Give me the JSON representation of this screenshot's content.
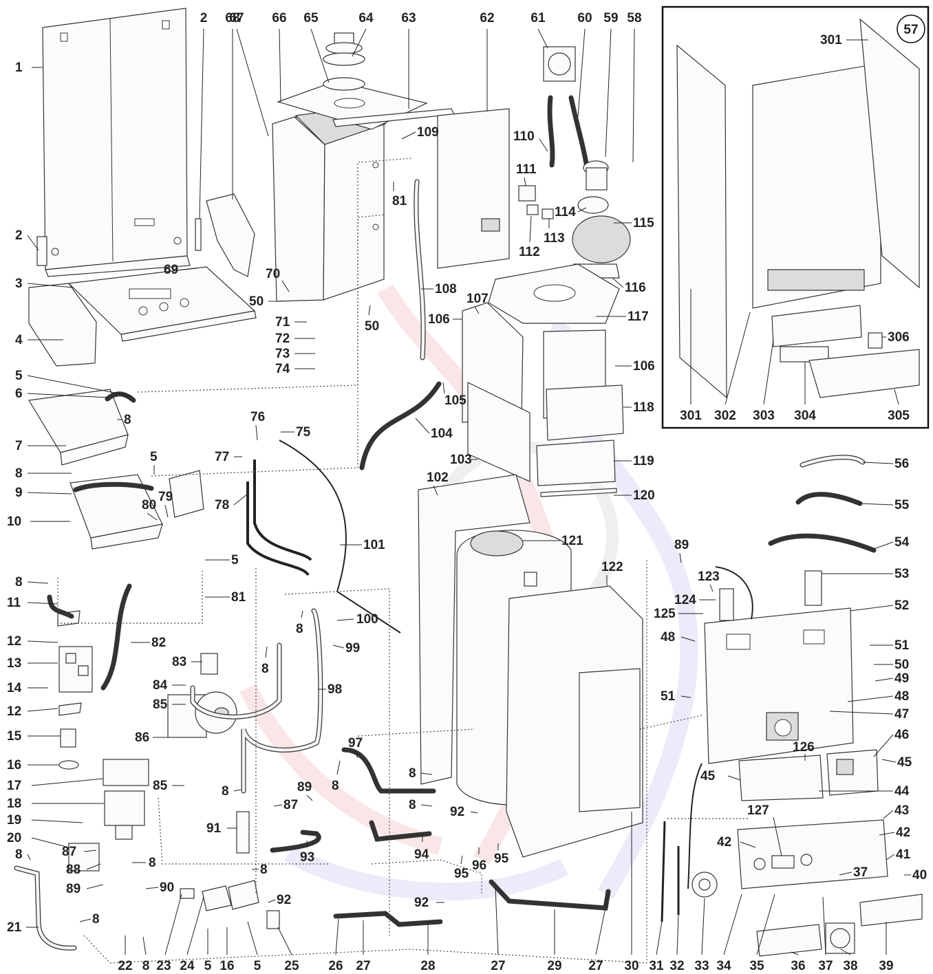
{
  "diagram": {
    "inset_badge": "57",
    "colors": {
      "outline": "#333333",
      "label": "#222222",
      "part_fill": "#fbfbfb",
      "shade": "#dcdcdc"
    },
    "callouts": [
      {
        "id": "c1",
        "text": "1"
      },
      {
        "id": "c2a",
        "text": "2"
      },
      {
        "id": "c2b",
        "text": "2"
      },
      {
        "id": "c3",
        "text": "3"
      },
      {
        "id": "c4",
        "text": "4"
      },
      {
        "id": "c5a",
        "text": "5"
      },
      {
        "id": "c6",
        "text": "6"
      },
      {
        "id": "c7",
        "text": "7"
      },
      {
        "id": "c8a",
        "text": "8"
      },
      {
        "id": "c8b",
        "text": "8"
      },
      {
        "id": "c5b",
        "text": "5"
      },
      {
        "id": "c9",
        "text": "9"
      },
      {
        "id": "c10",
        "text": "10"
      },
      {
        "id": "c80",
        "text": "80"
      },
      {
        "id": "c79",
        "text": "79"
      },
      {
        "id": "c5c",
        "text": "5"
      },
      {
        "id": "c81a",
        "text": "81"
      },
      {
        "id": "c8c",
        "text": "8"
      },
      {
        "id": "c11",
        "text": "11"
      },
      {
        "id": "c12a",
        "text": "12"
      },
      {
        "id": "c13",
        "text": "13"
      },
      {
        "id": "c14",
        "text": "14"
      },
      {
        "id": "c12b",
        "text": "12"
      },
      {
        "id": "c15",
        "text": "15"
      },
      {
        "id": "c16a",
        "text": "16"
      },
      {
        "id": "c17",
        "text": "17"
      },
      {
        "id": "c18",
        "text": "18"
      },
      {
        "id": "c19",
        "text": "19"
      },
      {
        "id": "c20",
        "text": "20"
      },
      {
        "id": "c8d",
        "text": "8"
      },
      {
        "id": "c21",
        "text": "21"
      },
      {
        "id": "c22",
        "text": "22"
      },
      {
        "id": "c8e",
        "text": "8"
      },
      {
        "id": "c23",
        "text": "23"
      },
      {
        "id": "c24",
        "text": "24"
      },
      {
        "id": "c5d",
        "text": "5"
      },
      {
        "id": "c16b",
        "text": "16"
      },
      {
        "id": "c5e",
        "text": "5"
      },
      {
        "id": "c25",
        "text": "25"
      },
      {
        "id": "c8f",
        "text": "8"
      },
      {
        "id": "c87a",
        "text": "87"
      },
      {
        "id": "c88",
        "text": "88"
      },
      {
        "id": "c89a",
        "text": "89"
      },
      {
        "id": "c90",
        "text": "90"
      },
      {
        "id": "c8g",
        "text": "8"
      },
      {
        "id": "c82",
        "text": "82"
      },
      {
        "id": "c83",
        "text": "83"
      },
      {
        "id": "c84",
        "text": "84"
      },
      {
        "id": "c85a",
        "text": "85"
      },
      {
        "id": "c86",
        "text": "86"
      },
      {
        "id": "c85b",
        "text": "85"
      },
      {
        "id": "c8h",
        "text": "8"
      },
      {
        "id": "c91",
        "text": "91"
      },
      {
        "id": "c8i",
        "text": "8"
      },
      {
        "id": "c92a",
        "text": "92"
      },
      {
        "id": "c89b",
        "text": "89"
      },
      {
        "id": "c87b",
        "text": "87"
      },
      {
        "id": "c93",
        "text": "93"
      },
      {
        "id": "c8j",
        "text": "8"
      },
      {
        "id": "c98",
        "text": "98"
      },
      {
        "id": "c99",
        "text": "99"
      },
      {
        "id": "c100",
        "text": "100"
      },
      {
        "id": "c8k",
        "text": "8"
      },
      {
        "id": "c97",
        "text": "97"
      },
      {
        "id": "c8l",
        "text": "8"
      },
      {
        "id": "c8m",
        "text": "8"
      },
      {
        "id": "c8n",
        "text": "8"
      },
      {
        "id": "c94",
        "text": "94"
      },
      {
        "id": "c92b",
        "text": "92"
      },
      {
        "id": "c95a",
        "text": "95"
      },
      {
        "id": "c96",
        "text": "96"
      },
      {
        "id": "c95b",
        "text": "95"
      },
      {
        "id": "c92c",
        "text": "92"
      },
      {
        "id": "c26",
        "text": "26"
      },
      {
        "id": "c27a",
        "text": "27"
      },
      {
        "id": "c28",
        "text": "28"
      },
      {
        "id": "c27b",
        "text": "27"
      },
      {
        "id": "c29",
        "text": "29"
      },
      {
        "id": "c27c",
        "text": "27"
      },
      {
        "id": "c30",
        "text": "30"
      },
      {
        "id": "c31",
        "text": "31"
      },
      {
        "id": "c32",
        "text": "32"
      },
      {
        "id": "c33",
        "text": "33"
      },
      {
        "id": "c34",
        "text": "34"
      },
      {
        "id": "c35",
        "text": "35"
      },
      {
        "id": "c36",
        "text": "36"
      },
      {
        "id": "c37a",
        "text": "37"
      },
      {
        "id": "c37b",
        "text": "37"
      },
      {
        "id": "c38",
        "text": "38"
      },
      {
        "id": "c39",
        "text": "39"
      },
      {
        "id": "c40",
        "text": "40"
      },
      {
        "id": "c41",
        "text": "41"
      },
      {
        "id": "c42a",
        "text": "42"
      },
      {
        "id": "c42b",
        "text": "42"
      },
      {
        "id": "c43",
        "text": "43"
      },
      {
        "id": "c127",
        "text": "127"
      },
      {
        "id": "c44",
        "text": "44"
      },
      {
        "id": "c45a",
        "text": "45"
      },
      {
        "id": "c45b",
        "text": "45"
      },
      {
        "id": "c126",
        "text": "126"
      },
      {
        "id": "c46",
        "text": "46"
      },
      {
        "id": "c47",
        "text": "47"
      },
      {
        "id": "c48a",
        "text": "48"
      },
      {
        "id": "c49",
        "text": "49"
      },
      {
        "id": "c50a",
        "text": "50"
      },
      {
        "id": "c51a",
        "text": "51"
      },
      {
        "id": "c51b",
        "text": "51"
      },
      {
        "id": "c48b",
        "text": "48"
      },
      {
        "id": "c52",
        "text": "52"
      },
      {
        "id": "c53",
        "text": "53"
      },
      {
        "id": "c54",
        "text": "54"
      },
      {
        "id": "c55",
        "text": "55"
      },
      {
        "id": "c56",
        "text": "56"
      },
      {
        "id": "c89c",
        "text": "89"
      },
      {
        "id": "c123",
        "text": "123"
      },
      {
        "id": "c124",
        "text": "124"
      },
      {
        "id": "c125",
        "text": "125"
      },
      {
        "id": "c122",
        "text": "122"
      },
      {
        "id": "c121",
        "text": "121"
      },
      {
        "id": "c102",
        "text": "102"
      },
      {
        "id": "c101",
        "text": "101"
      },
      {
        "id": "c76",
        "text": "76"
      },
      {
        "id": "c75",
        "text": "75"
      },
      {
        "id": "c77",
        "text": "77"
      },
      {
        "id": "c78",
        "text": "78"
      },
      {
        "id": "c104",
        "text": "104"
      },
      {
        "id": "c105",
        "text": "105"
      },
      {
        "id": "c103",
        "text": "103"
      },
      {
        "id": "c106a",
        "text": "106"
      },
      {
        "id": "c107",
        "text": "107"
      },
      {
        "id": "c117",
        "text": "117"
      },
      {
        "id": "c106b",
        "text": "106"
      },
      {
        "id": "c118",
        "text": "118"
      },
      {
        "id": "c119",
        "text": "119"
      },
      {
        "id": "c120",
        "text": "120"
      },
      {
        "id": "c108",
        "text": "108"
      },
      {
        "id": "c81b",
        "text": "81"
      },
      {
        "id": "c109",
        "text": "109"
      },
      {
        "id": "c67",
        "text": "67"
      },
      {
        "id": "c66",
        "text": "66"
      },
      {
        "id": "c65",
        "text": "65"
      },
      {
        "id": "c64",
        "text": "64"
      },
      {
        "id": "c63",
        "text": "63"
      },
      {
        "id": "c62",
        "text": "62"
      },
      {
        "id": "c61",
        "text": "61"
      },
      {
        "id": "c60",
        "text": "60"
      },
      {
        "id": "c59",
        "text": "59"
      },
      {
        "id": "c58",
        "text": "58"
      },
      {
        "id": "c2c",
        "text": "2"
      },
      {
        "id": "c68",
        "text": "68"
      },
      {
        "id": "c69",
        "text": "69"
      },
      {
        "id": "c70",
        "text": "70"
      },
      {
        "id": "c50b",
        "text": "50"
      },
      {
        "id": "c50c",
        "text": "50"
      },
      {
        "id": "c71",
        "text": "71"
      },
      {
        "id": "c72",
        "text": "72"
      },
      {
        "id": "c73",
        "text": "73"
      },
      {
        "id": "c74",
        "text": "74"
      },
      {
        "id": "c110",
        "text": "110"
      },
      {
        "id": "c111",
        "text": "111"
      },
      {
        "id": "c112",
        "text": "112"
      },
      {
        "id": "c113",
        "text": "113"
      },
      {
        "id": "c114",
        "text": "114"
      },
      {
        "id": "c115",
        "text": "115"
      },
      {
        "id": "c116",
        "text": "116"
      },
      {
        "id": "c301a",
        "text": "301"
      },
      {
        "id": "c301b",
        "text": "301"
      },
      {
        "id": "c302",
        "text": "302"
      },
      {
        "id": "c303",
        "text": "303"
      },
      {
        "id": "c304",
        "text": "304"
      },
      {
        "id": "c305",
        "text": "305"
      },
      {
        "id": "c306",
        "text": "306"
      }
    ]
  }
}
